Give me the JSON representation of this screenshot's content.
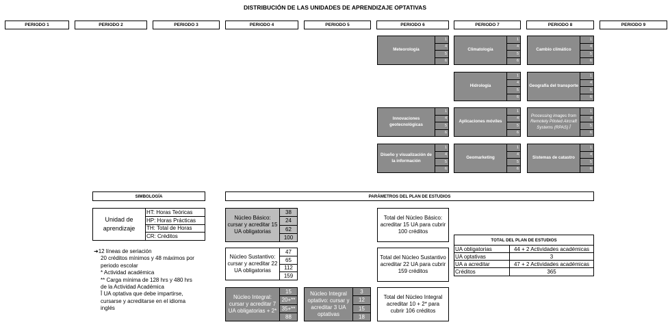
{
  "title": "DISTRIBUCIÓN DE LAS UNIDADES DE APRENDIZAJE OPTATIVAS",
  "periods": [
    "PERIODO 1",
    "PERIODO 2",
    "PERIODO 3",
    "PERIODO 4",
    "PERIODO 5",
    "PERIODO 6",
    "PERIODO 7",
    "PERIODO 8",
    "PERIODO 9"
  ],
  "courses": [
    {
      "name": "Meteorología",
      "nums": [
        "1",
        "4",
        "5",
        "6"
      ]
    },
    {
      "name": "Climatología",
      "nums": [
        "1",
        "4",
        "5",
        "6"
      ]
    },
    {
      "name": "Cambio climático",
      "nums": [
        "1",
        "4",
        "5",
        "6"
      ]
    },
    {
      "name": "Hidrología",
      "nums": [
        "1",
        "4",
        "5",
        "6"
      ]
    },
    {
      "name": "Geografía del transporte",
      "nums": [
        "1",
        "4",
        "5",
        "6"
      ]
    },
    {
      "name": "Innovaciones geotecnológicas",
      "nums": [
        "1",
        "4",
        "5",
        "6"
      ]
    },
    {
      "name": "Aplicaciones móviles",
      "nums": [
        "1",
        "4",
        "5",
        "6"
      ]
    },
    {
      "name": "Processing images from Remotely Piloted Aircraft Systems (RPAS) Î",
      "nums": [
        "1",
        "4",
        "5",
        "6"
      ]
    },
    {
      "name": "Diseño y visualización de la información",
      "nums": [
        "1",
        "4",
        "5",
        "6"
      ]
    },
    {
      "name": "Geomarketing",
      "nums": [
        "1",
        "4",
        "5",
        "6"
      ]
    },
    {
      "name": "Sistemas de catastro",
      "nums": [
        "1",
        "4",
        "5",
        "6"
      ]
    }
  ],
  "simbologia": {
    "header": "SIMBOLOGÍA",
    "unit_label": "Unidad de aprendizaje",
    "rows": [
      "HT: Horas Teóricas",
      "HP: Horas Prácticas",
      "TH: Total de Horas",
      "CR: Créditos"
    ],
    "notes": [
      "➜12 líneas de seriación",
      "20 créditos mínimos y 48 máximos por",
      "periodo escolar",
      "* Actividad académica",
      "** Carga mínima de 128 hrs y 480 hrs",
      "de la Actividad Académica",
      "Î UA optativa que debe impartirse,",
      "cursarse y acreditarse en el idioma",
      "inglés"
    ]
  },
  "parametros": {
    "header": "PARÁMETROS DEL PLAN DE ESTUDIOS",
    "basico": {
      "label": "Núcleo Básico: cursar y acreditar 15 UA obligatorias",
      "vals": [
        "38",
        "24",
        "62",
        "100"
      ]
    },
    "sustantivo": {
      "label": "Núcleo Sustantivo: cursar y acreditar 22 UA obligatorias",
      "vals": [
        "47",
        "65",
        "112",
        "159"
      ]
    },
    "integral": {
      "label": "Núcleo Integral: cursar y acreditar 7 UA obligatorias + 2*",
      "vals": [
        "15",
        "20+**",
        "35+**",
        "88"
      ]
    },
    "integral_opt": {
      "label": "Núcleo Integral optativo: cursar y acreditar 3 UA optativas",
      "vals": [
        "3",
        "12",
        "15",
        "18"
      ]
    },
    "total_basico": "Total del Núcleo Básico: acreditar 15 UA para cubrir 100 créditos",
    "total_sustantivo": "Total del Núcleo Sustantivo acreditar 22 UA para cubrir 159 créditos",
    "total_integral": "Total del Núcleo Integral acreditar 10 + 2* para cubrir 106 créditos"
  },
  "total_plan": {
    "header": "TOTAL DEL PLAN DE ESTUDIOS",
    "rows": [
      {
        "k": "UA obligatorias",
        "v": "44 + 2 Actividades académicas"
      },
      {
        "k": "UA optativas",
        "v": "3"
      },
      {
        "k": "UA a acreditar",
        "v": "47 + 2 Actividades académicas"
      },
      {
        "k": "Créditos",
        "v": "365"
      }
    ]
  }
}
